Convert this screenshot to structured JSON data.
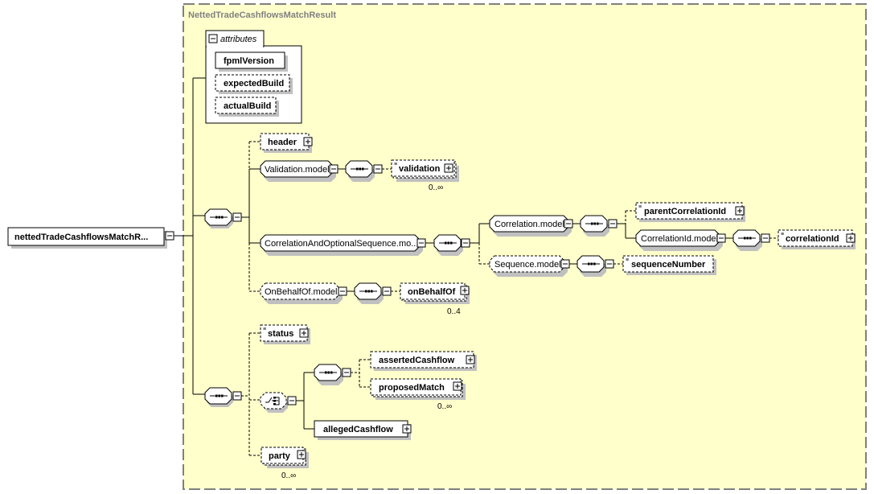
{
  "diagram": {
    "complex_type_title": "NettedTradeCashflowsMatchResult",
    "root_element": "nettedTradeCashflowsMatchR...",
    "attributes_group": {
      "label": "attributes",
      "items": [
        {
          "name": "fpmlVersion",
          "required": true
        },
        {
          "name": "expectedBuild",
          "required": false
        },
        {
          "name": "actualBuild",
          "required": false
        }
      ]
    },
    "nodes": {
      "header": "header",
      "validation_model": "Validation.model",
      "validation": "validation",
      "validation_occurs": "0..∞",
      "correlation_seq_model": "CorrelationAndOptionalSequence.mo...",
      "correlation_model": "Correlation.model",
      "parent_correlation_id": "parentCorrelationId",
      "correlation_id_model": "CorrelationId.model",
      "correlation_id": "correlationId",
      "sequence_model": "Sequence.model",
      "sequence_number": "sequenceNumber",
      "on_behalf_of_model": "OnBehalfOf.model",
      "on_behalf_of": "onBehalfOf",
      "on_behalf_of_occurs": "0..4",
      "status": "status",
      "asserted_cashflow": "assertedCashflow",
      "proposed_match": "proposedMatch",
      "proposed_match_occurs": "0..∞",
      "alleged_cashflow": "allegedCashflow",
      "party": "party",
      "party_occurs": "0..∞"
    },
    "colors": {
      "frame_fill": "#ffffcc",
      "frame_border": "#808080",
      "title": "#808080",
      "shadow": "#c0c0c0"
    }
  }
}
